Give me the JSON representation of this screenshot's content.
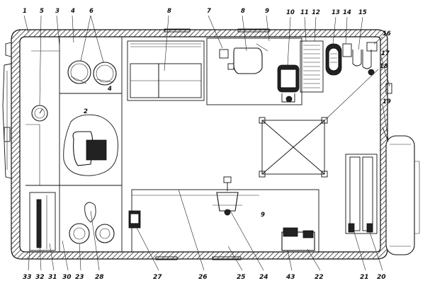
{
  "diagram": {
    "top_labels": [
      "1",
      "5",
      "3",
      "4",
      "6",
      "8",
      "7",
      "8",
      "9",
      "10",
      "11",
      "12",
      "13",
      "14",
      "15",
      "16"
    ],
    "right_labels": [
      "17",
      "18",
      "19"
    ],
    "bottom_labels": [
      "33",
      "32",
      "31",
      "30",
      "23",
      "28",
      "27",
      "26",
      "25",
      "24",
      "43",
      "22",
      "21",
      "20"
    ],
    "interior_marks": [
      "2",
      "4",
      "9"
    ]
  }
}
